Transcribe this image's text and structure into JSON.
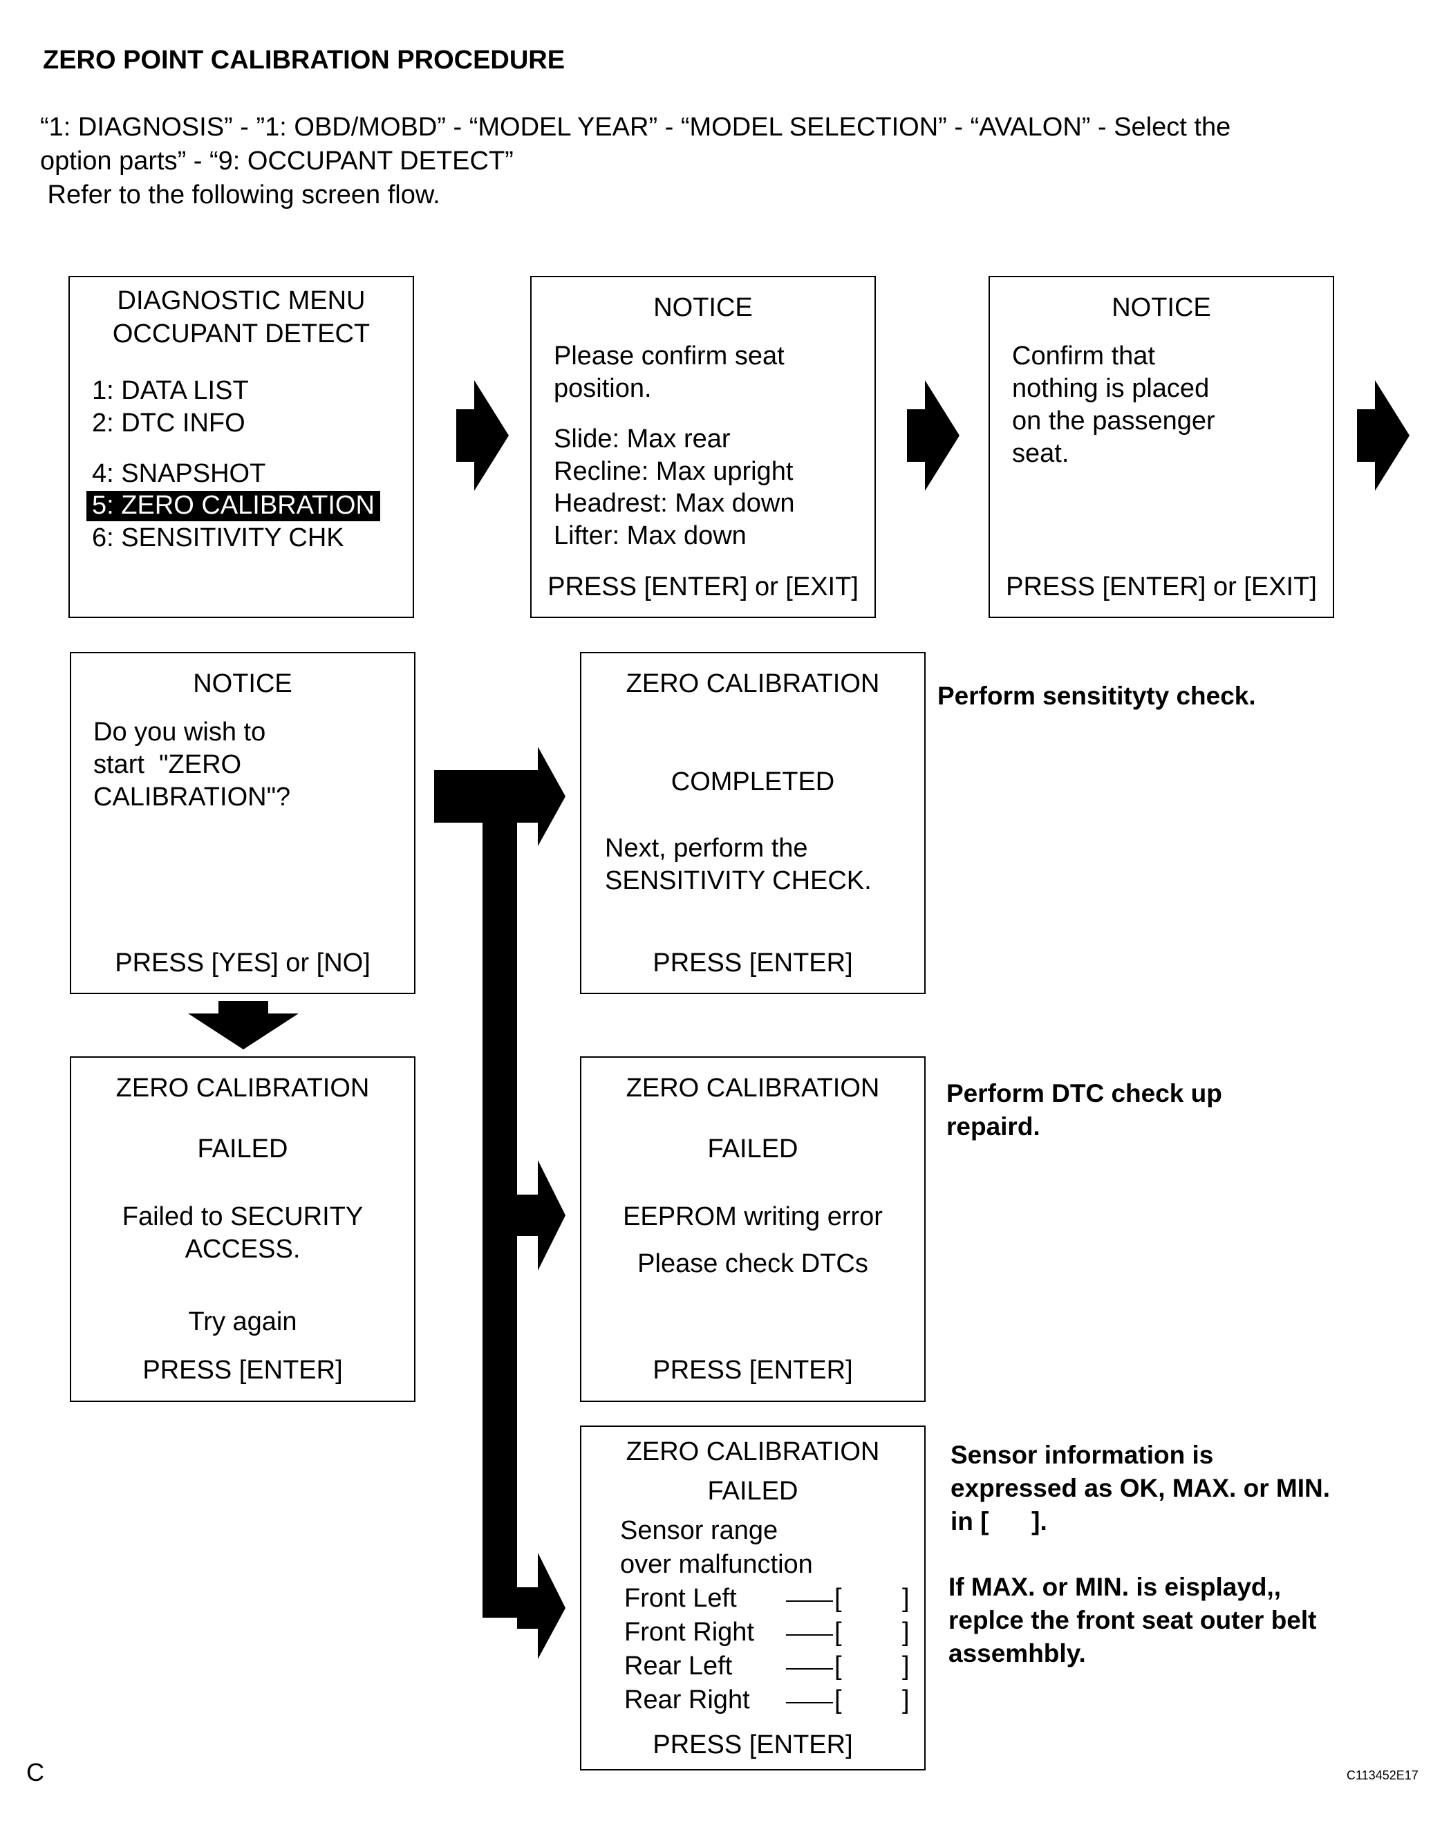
{
  "title": "ZERO POINT CALIBRATION PROCEDURE",
  "intro": {
    "line1": "“1: DIAGNOSIS” - ”1: OBD/MOBD” - “MODEL YEAR” - “MODEL SELECTION” - “AVALON” - Select the",
    "line2": "option parts” - “9: OCCUPANT DETECT”",
    "line3": " Refer to the following screen flow."
  },
  "screens": {
    "menu": {
      "title1": "DIAGNOSTIC MENU",
      "title2": "OCCUPANT DETECT",
      "items": [
        "1: DATA LIST",
        "2: DTC INFO",
        "4: SNAPSHOT",
        "5: ZERO CALIBRATION",
        "6: SENSITIVITY CHK"
      ],
      "selected_index": 3
    },
    "notice1": {
      "title": "NOTICE",
      "line1": "Please confirm seat",
      "line2": "position.",
      "line3": "Slide: Max rear",
      "line4": "Recline: Max upright",
      "line5": "Headrest: Max down",
      "line6": "Lifter: Max down",
      "footer": "PRESS [ENTER] or [EXIT]"
    },
    "notice2": {
      "title": "NOTICE",
      "line1": "Confirm that",
      "line2": "nothing is placed",
      "line3": "on the passenger",
      "line4": "seat.",
      "footer": "PRESS [ENTER] or [EXIT]"
    },
    "notice3": {
      "title": "NOTICE",
      "line1": "Do you wish to",
      "line2": "start  \"ZERO",
      "line3": "CALIBRATION\"?",
      "footer": "PRESS [YES] or [NO]"
    },
    "completed": {
      "title": "ZERO CALIBRATION",
      "status": "COMPLETED",
      "line1": "Next, perform the",
      "line2": "SENSITIVITY CHECK.",
      "footer": "PRESS [ENTER]"
    },
    "failed_security": {
      "title": "ZERO CALIBRATION",
      "status": "FAILED",
      "line1": "Failed to SECURITY",
      "line2": "ACCESS.",
      "line3": "Try again",
      "footer": "PRESS [ENTER]"
    },
    "failed_eeprom": {
      "title": "ZERO CALIBRATION",
      "status": "FAILED",
      "line1": "EEPROM writing error",
      "line2": "Please check DTCs",
      "footer": "PRESS [ENTER]"
    },
    "failed_sensor": {
      "title": "ZERO CALIBRATION",
      "status": "FAILED",
      "line1": "Sensor range",
      "line2": "over malfunction",
      "sensors": [
        "Front Left",
        "Front Right",
        "Rear Left",
        "Rear Right"
      ],
      "bracket_open": "[",
      "bracket_close": "]",
      "footer": "PRESS [ENTER]"
    }
  },
  "notes": {
    "completed": "Perform sensitityty check.",
    "eeprom1": "Perform DTC check up",
    "eeprom2": "repaird.",
    "sensor1": "Sensor information is",
    "sensor2": "expressed as OK, MAX. or MIN.",
    "sensor3": "in [      ].",
    "sensor4": "If MAX. or MIN. is eisplayd,,",
    "sensor5": "replce the front seat outer belt",
    "sensor6": "assemhbly."
  },
  "corner_label": "C",
  "figure_code": "C113452E17"
}
